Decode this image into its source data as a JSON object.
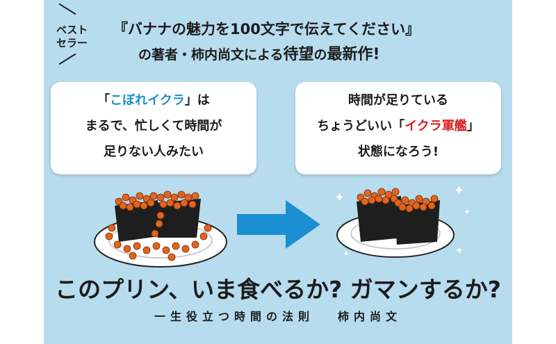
{
  "colors": {
    "panel_bg": "#b7dced",
    "highlight_blue": "#1a8fd1",
    "highlight_red": "#d81f1f",
    "arrow": "#1a8fd1",
    "text": "#1c1c1c"
  },
  "header": {
    "bestseller_line1": "ベスト",
    "bestseller_line2": "セラー",
    "book_title": "『バナナの魅力を100文字で伝えてください』",
    "line2_pre": "の著者・",
    "author": "柿内尚文",
    "line2_mid": "による",
    "line2_em": "待望",
    "line2_mid2": "の",
    "line2_em2": "最新作",
    "line2_end": "!"
  },
  "bubble_left": {
    "open": "「",
    "highlight": "こぼれイクラ",
    "close": "」は",
    "line2": "まるで、忙しくて時間が",
    "line3": "足りない人みたい"
  },
  "bubble_right": {
    "line1": "時間が足りている",
    "pre": "ちょうどいい「",
    "highlight": "イクラ軍艦",
    "close": "」",
    "line3": "状態になろう!"
  },
  "illustration": {
    "left_icon": "spilled-ikura-sushi-icon",
    "arrow_icon": "right-arrow-icon",
    "right_icon": "ikura-gunkan-sushi-icon",
    "sparkle_icon": "sparkle-icon"
  },
  "footer": {
    "title": "このプリン、いま食べるか? ガマンするか?",
    "subtitle": "一生役立つ時間の法則",
    "author": "柿内尚文"
  }
}
